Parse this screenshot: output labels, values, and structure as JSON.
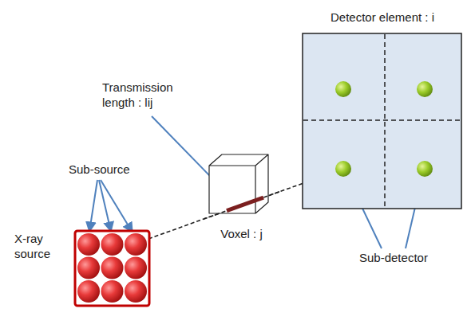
{
  "diagram": {
    "nodes": [
      {
        "text": [
          "Detector element : i"
        ]
      },
      {
        "text": [
          "Voxel : j"
        ]
      },
      {
        "text": [
          "X-ray source"
        ]
      }
    ],
    "labels": [
      "Transmission length : lij",
      "Sub-source",
      "Sub-detector"
    ]
  }
}
